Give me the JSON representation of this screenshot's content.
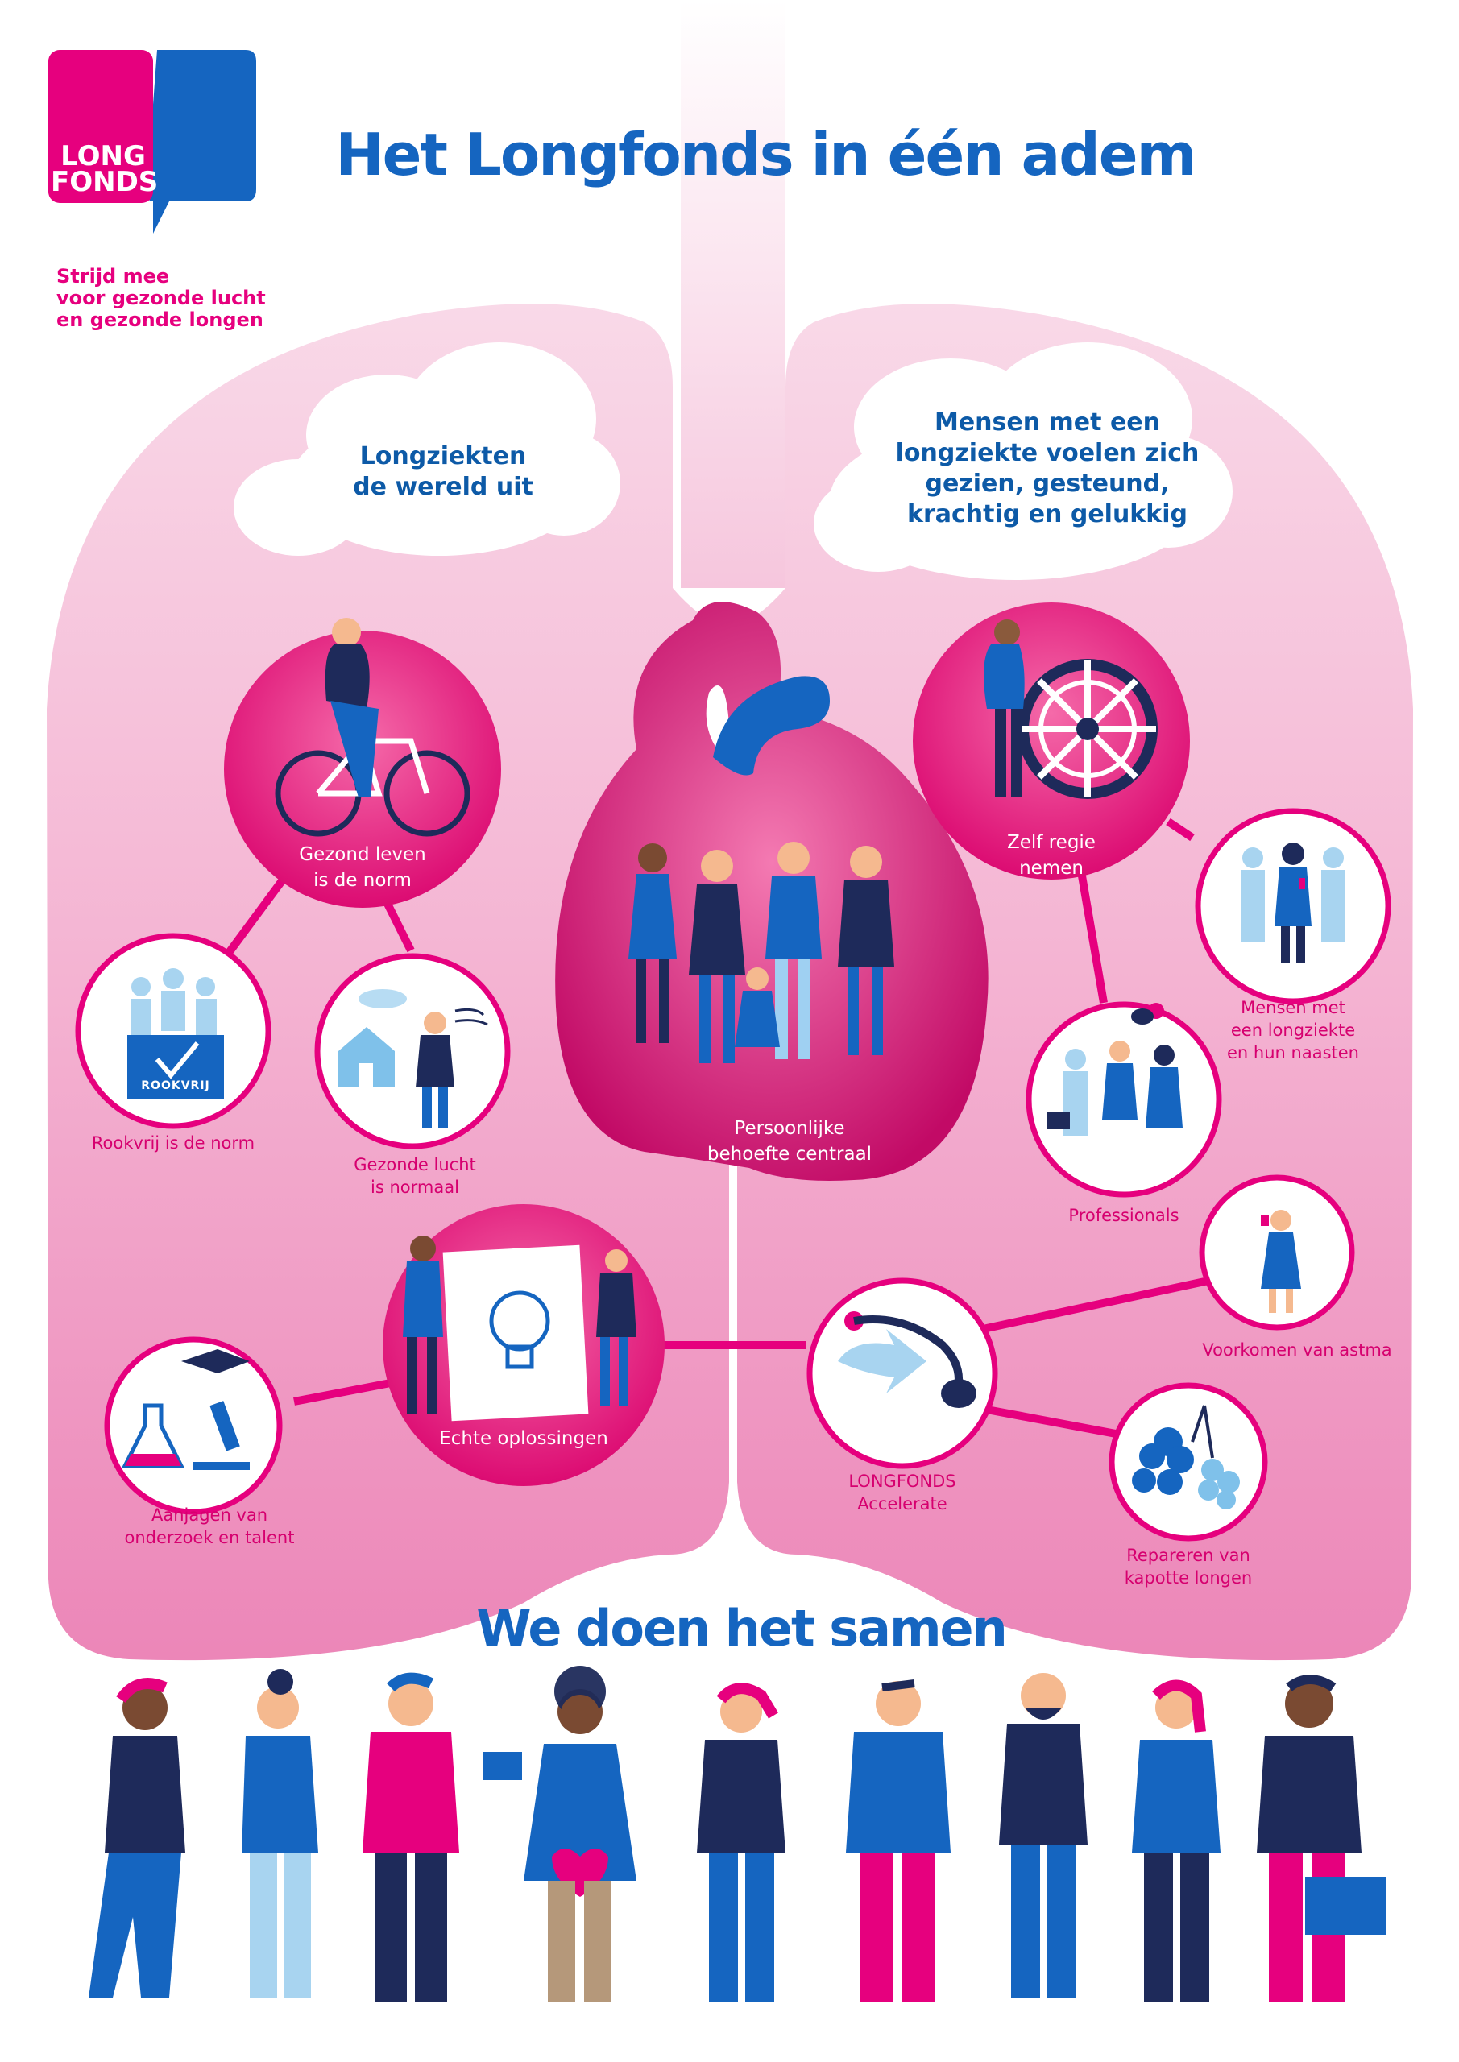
{
  "brand": {
    "logo_line1": "LONG",
    "logo_line2": "FONDS",
    "tagline": [
      "Strijd mee",
      "voor gezonde lucht",
      "en gezonde longen"
    ]
  },
  "title": "Het Longfonds in één adem",
  "clouds": {
    "left": [
      "Longziekten",
      "de wereld uit"
    ],
    "right": [
      "Mensen met een",
      "longziekte voelen zich",
      "gezien, gesteund,",
      "krachtig en gelukkig"
    ]
  },
  "circles": {
    "gezond_leven": [
      "Gezond leven",
      "is de norm"
    ],
    "zelf_regie": [
      "Zelf regie",
      "nemen"
    ],
    "persoonlijke": [
      "Persoonlijke",
      "behoefte centraal"
    ],
    "echte_oplossingen": [
      "Echte oplossingen"
    ]
  },
  "satellites": {
    "rookvrij": [
      "Rookvrij is de norm"
    ],
    "rookvrij_sign": "ROOKVRIJ",
    "gezonde_lucht": [
      "Gezonde lucht",
      "is normaal"
    ],
    "aanjagen": [
      "Aanjagen van",
      "onderzoek en talent"
    ],
    "mensen_longziekte": [
      "Mensen met",
      "een longziekte",
      "en hun naasten"
    ],
    "professionals": [
      "Professionals"
    ],
    "voorkomen_astma": [
      "Voorkomen van astma"
    ],
    "accelerate": [
      "LONGFONDS",
      "Accelerate"
    ],
    "repareren": [
      "Repareren van",
      "kapotte longen"
    ]
  },
  "bottom_heading": "We doen het samen",
  "colors": {
    "magenta": "#e6007e",
    "blue": "#1565c0",
    "navy": "#1e2a5a",
    "lung_top": "#f8d3e5",
    "lung_bottom": "#ee8fbe"
  }
}
